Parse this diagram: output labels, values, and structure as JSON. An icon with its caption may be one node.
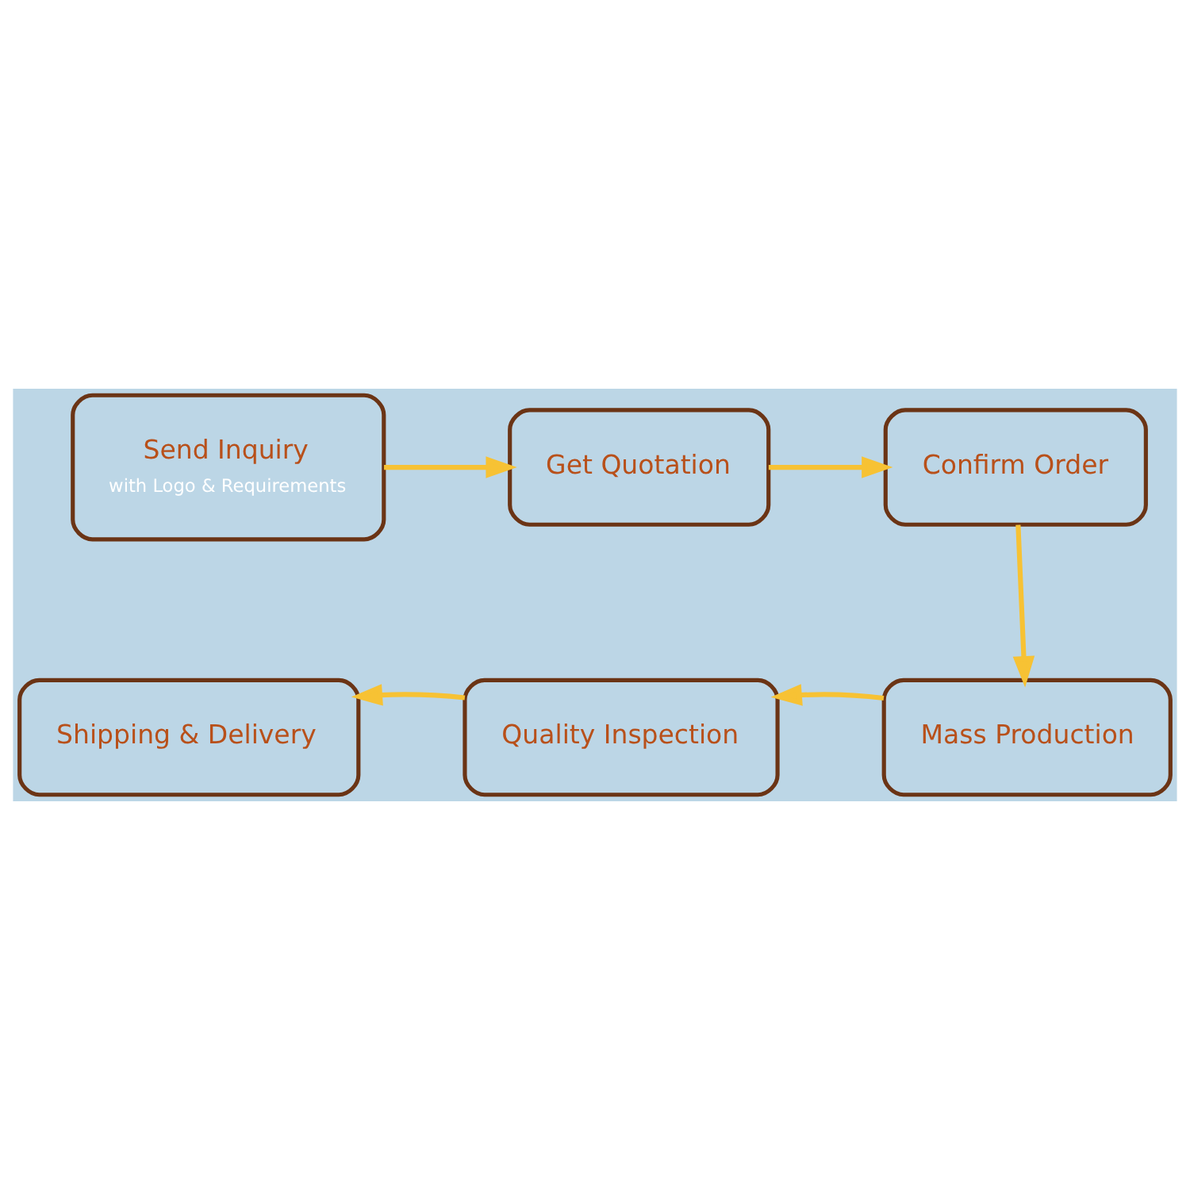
{
  "diagram": {
    "nodes": [
      {
        "text": [
          "Send Inquiry",
          "with Logo & Requirements"
        ]
      },
      {
        "text": [
          "Get Quotation"
        ]
      },
      {
        "text": [
          "Confirm Order"
        ]
      },
      {
        "text": [
          "Mass Production"
        ]
      },
      {
        "text": [
          "Quality Inspection"
        ]
      },
      {
        "text": [
          "Shipping & Delivery"
        ]
      }
    ],
    "edges": [
      {
        "from": 0,
        "to": 1,
        "arrow": "to",
        "color": "#f7c234"
      },
      {
        "from": 1,
        "to": 2,
        "arrow": "to",
        "color": "#f7c234"
      },
      {
        "from": 2,
        "to": 3,
        "arrow": "to",
        "color": "#f7c234"
      },
      {
        "from": 3,
        "to": 4,
        "arrow": "to",
        "color": "#f7c234"
      },
      {
        "from": 4,
        "to": 5,
        "arrow": "to",
        "color": "#f7c234"
      }
    ]
  }
}
